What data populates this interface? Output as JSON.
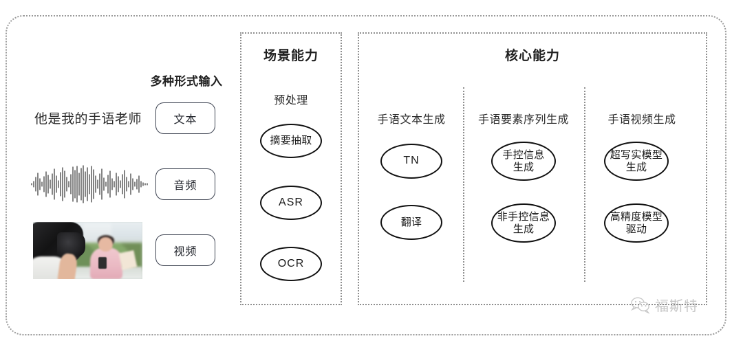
{
  "diagram": {
    "frame": {
      "border_color": "#9a9a9a"
    },
    "input_section": {
      "heading": "多种形式输入",
      "sample_text": "他是我的手语老师",
      "media": [
        {
          "type": "text-sample",
          "icon": "text-line-icon"
        },
        {
          "type": "audio-waveform",
          "icon": "waveform-icon"
        },
        {
          "type": "video-thumbnail",
          "icon": "video-thumbnail-icon"
        }
      ],
      "modality_boxes": [
        {
          "label": "文本"
        },
        {
          "label": "音频"
        },
        {
          "label": "视频"
        }
      ]
    },
    "scene_panel": {
      "title": "场景能力",
      "subsection_label": "预处理",
      "nodes": [
        {
          "label": "摘要抽取",
          "script": "cjk"
        },
        {
          "label": "ASR",
          "script": "latin"
        },
        {
          "label": "OCR",
          "script": "latin"
        }
      ]
    },
    "core_panel": {
      "title": "核心能力",
      "columns": [
        {
          "label": "手语文本生成",
          "nodes": [
            {
              "label": "TN",
              "script": "latin"
            },
            {
              "label": "翻译",
              "script": "cjk"
            }
          ]
        },
        {
          "label": "手语要素序列生成",
          "nodes": [
            {
              "label": "手控信息\n生成",
              "script": "cjk"
            },
            {
              "label": "非手控信息\n生成",
              "script": "cjk"
            }
          ]
        },
        {
          "label": "手语视频生成",
          "nodes": [
            {
              "label": "超写实模型\n生成",
              "script": "cjk"
            },
            {
              "label": "高精度模型\n驱动",
              "script": "cjk"
            }
          ]
        }
      ]
    },
    "watermark": {
      "icon": "wechat-icon",
      "text": "福斯特"
    }
  }
}
